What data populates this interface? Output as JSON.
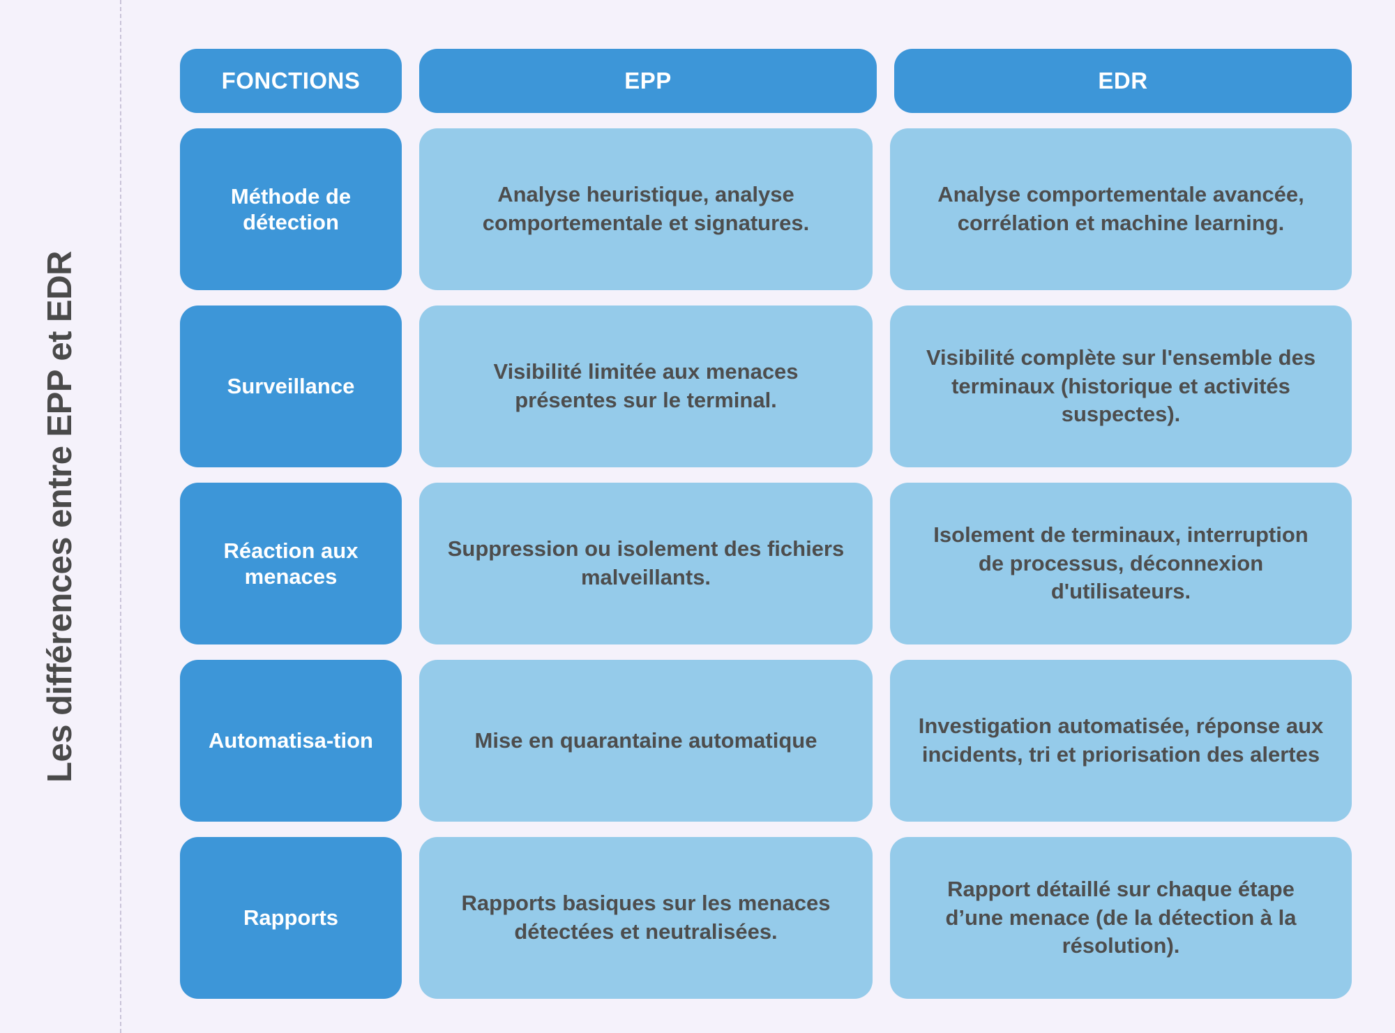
{
  "side_title": "Les différences entre EPP et EDR",
  "table": {
    "headers": {
      "functions": "FONCTIONS",
      "epp": "EPP",
      "edr": "EDR"
    },
    "rows": [
      {
        "function": "Méthode de détection",
        "epp": "Analyse heuristique, analyse comportementale et signatures.",
        "edr": "Analyse comportementale avancée, corrélation et machine learning."
      },
      {
        "function": "Surveillance",
        "epp": "Visibilité limitée aux menaces présentes sur le terminal.",
        "edr": "Visibilité complète sur l'ensemble des terminaux (historique et activités suspectes)."
      },
      {
        "function": "Réaction aux menaces",
        "epp": "Suppression ou isolement des fichiers malveillants.",
        "edr": "Isolement de terminaux, interruption de processus, déconnexion d'utilisateurs."
      },
      {
        "function": "Automatisa-tion",
        "epp": "Mise en quarantaine automatique",
        "edr": "Investigation automatisée, réponse aux incidents, tri et priorisation des alertes"
      },
      {
        "function": "Rapports",
        "epp": "Rapports basiques sur les menaces détectées et neutralisées.",
        "edr": "Rapport détaillé sur chaque étape d’une menace (de la détection à la résolution)."
      }
    ]
  },
  "colors": {
    "background": "#f5f2fb",
    "header_blue": "#3d96d8",
    "cell_blue": "#95cbea",
    "title_gray": "#4a4a4a",
    "body_text_gray": "#4d4d4d",
    "divider_gray": "#c9c3d8"
  }
}
